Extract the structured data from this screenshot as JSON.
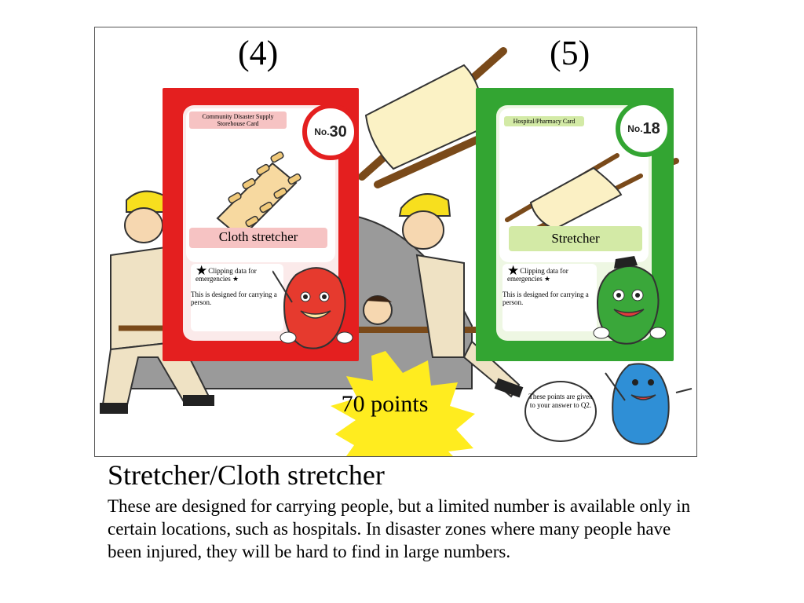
{
  "labels": {
    "left_number": "(4)",
    "right_number": "(5)"
  },
  "cards": [
    {
      "category": "Community Disaster Supply Storehouse Card",
      "badge_prefix": "No.",
      "badge_number": "30",
      "name": "Cloth stretcher",
      "clip_note": "Clipping data for emergencies ★",
      "description": "This is designed for carrying a person.",
      "color": "#e41f1f"
    },
    {
      "category": "Hospital/Pharmacy Card",
      "badge_prefix": "No.",
      "badge_number": "18",
      "name": "Stretcher",
      "clip_note": "Clipping data for emergencies ★",
      "description": "This is designed for carrying a person.",
      "color": "#33a532"
    }
  ],
  "points_badge": "70 points",
  "speech_bubble": "These points are given to your answer to Q2.",
  "caption": {
    "title": "Stretcher/Cloth stretcher",
    "body": "These are designed for carrying people, but a limited number is available only in certain locations, such as hospitals. In disaster zones where many people have been injured, they will be hard to find in large numbers."
  },
  "icons": [
    "star-icon",
    "cloth-stretcher-icon",
    "stretcher-icon",
    "mascot-red-icon",
    "mascot-green-icon",
    "mascot-blue-icon",
    "rescue-worker-icon",
    "helmet-icon"
  ]
}
